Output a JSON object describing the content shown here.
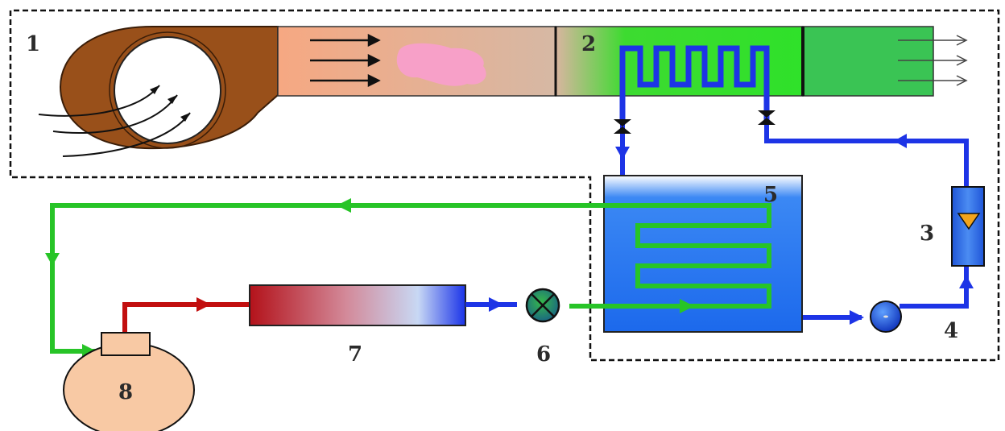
{
  "labels": {
    "fan": "1",
    "coil": "2",
    "flowmeter": "3",
    "pump": "4",
    "tank": "5",
    "expansion_valve": "6",
    "condenser": "7",
    "compressor": "8"
  },
  "colors": {
    "fan_housing": "#99501a",
    "duct_inlet": "#f4ad86",
    "duct_mid": "#d9b49a",
    "pink_cloud": "#f7a0c8",
    "duct_green": "#2fdb2f",
    "duct_outlet": "#3bc455",
    "water_pipe": "#1d34e6",
    "refrigerant_pipe": "#27c427",
    "hot_pipe": "#c20f0f",
    "tank_water": "#1f71ef",
    "condenser_hot": "#b5141a",
    "condenser_cold": "#1b35e8",
    "compressor_body": "#f8c9a4",
    "flowmeter_body": "#2c64e8",
    "flowmeter_float": "#f3a51c",
    "pump_body": "#1a4fd6",
    "expansion_valve_body": "#18608a",
    "dashed_boundary": "#111111"
  }
}
